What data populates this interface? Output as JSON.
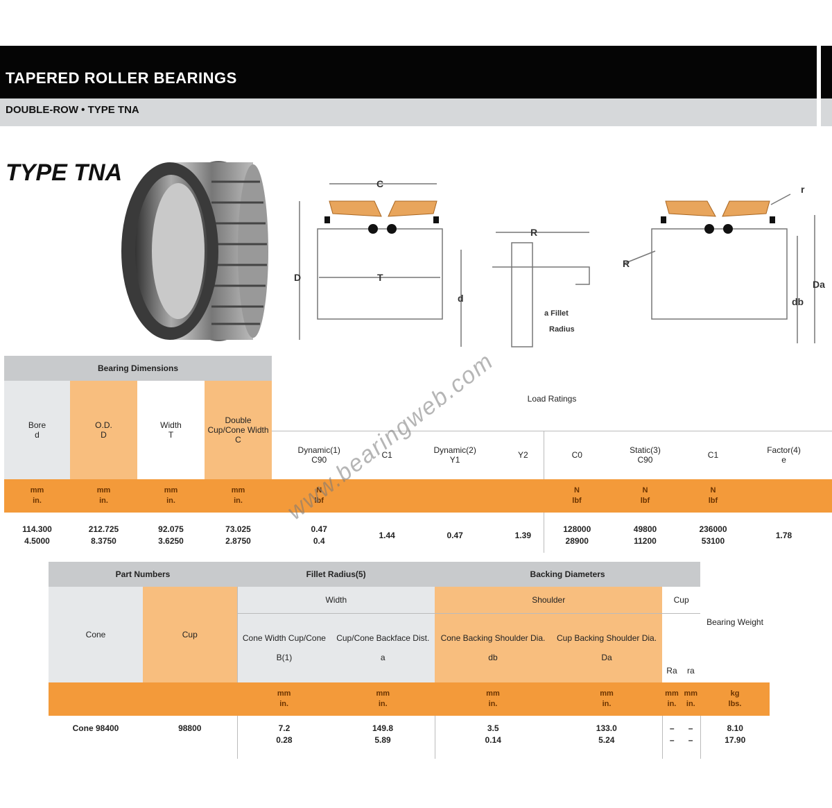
{
  "header": {
    "title": "TAPERED ROLLER BEARINGS",
    "subtitle": "DOUBLE-ROW • TYPE TNA"
  },
  "product": {
    "type_label": "TYPE TNA",
    "image": "bearing-photo"
  },
  "diagrams": {
    "left": {
      "labels": [
        "C",
        "D",
        "T",
        "d"
      ]
    },
    "middle": {
      "labels": [
        "R",
        "a",
        "a Fillet",
        "Radius"
      ]
    },
    "right": {
      "labels": [
        "r",
        "R",
        "Da",
        "db"
      ]
    }
  },
  "watermark": "www.bearingweb.com",
  "table1": {
    "group_header": "Bearing Dimensions",
    "load_ratings_header": "Load Ratings",
    "columns": [
      {
        "label": "Bore",
        "symbol": "d"
      },
      {
        "label": "O.D.",
        "symbol": "D"
      },
      {
        "label": "Width",
        "symbol": "T"
      },
      {
        "label": "Double Cup/Cone Width",
        "symbol": "C"
      }
    ],
    "load_groups": [
      {
        "label": "Dynamic(1)",
        "subcols": [
          "C90",
          "C1",
          "Y1",
          "Y2"
        ]
      },
      {
        "label": "Dynamic(2)",
        "subcols": []
      },
      {
        "label": "Static(3)",
        "subcols": [
          "C0",
          "C90",
          "C1"
        ]
      },
      {
        "label": "Factor(4)",
        "subcols": [
          "e"
        ]
      }
    ],
    "units": [
      [
        "mm",
        "in."
      ],
      [
        "mm",
        "in."
      ],
      [
        "mm",
        "in."
      ],
      [
        "mm",
        "in."
      ],
      [
        "N",
        "lbf"
      ],
      [
        "",
        ""
      ],
      [
        "",
        ""
      ],
      [
        "",
        ""
      ],
      [
        "N",
        "lbf"
      ],
      [
        "N",
        "lbf"
      ],
      [
        "N",
        "lbf"
      ],
      [
        "",
        ""
      ]
    ],
    "row": {
      "values": [
        [
          "114.300",
          "4.5000"
        ],
        [
          "212.725",
          "8.3750"
        ],
        [
          "92.075",
          "3.6250"
        ],
        [
          "73.025",
          "2.8750"
        ],
        [
          "0.47",
          "0.4"
        ],
        [
          "1.44",
          ""
        ],
        [
          "0.47",
          ""
        ],
        [
          "1.39",
          ""
        ],
        [
          "128000",
          "28900"
        ],
        [
          "49800",
          "11200"
        ],
        [
          "236000",
          "53100"
        ],
        [
          "1.78",
          ""
        ]
      ]
    }
  },
  "table2": {
    "header_left": "Part Numbers",
    "header_mid": "Fillet Radius(5)",
    "header_right": "Backing Diameters",
    "columns": [
      {
        "label": "Cone",
        "symbol": ""
      },
      {
        "label": "Cup",
        "symbol": ""
      }
    ],
    "groups": [
      {
        "label": "Width",
        "subcols": [
          {
            "label": "Cone Width Cup/Cone",
            "symbol": "B(1)"
          },
          {
            "label": "Cup/Cone Backface Dist.",
            "symbol": "a"
          }
        ]
      },
      {
        "label": "Shoulder",
        "subcols": [
          {
            "label": "Cone Backing Shoulder Dia.",
            "symbol": "db"
          },
          {
            "label": "Cup Backing Shoulder Dia.",
            "symbol": "Da"
          }
        ]
      },
      {
        "label": "Cup",
        "subcols": [
          {
            "label": "",
            "symbol": "Ra"
          },
          {
            "label": "",
            "symbol": "ra"
          }
        ]
      }
    ],
    "weight_header": "Bearing Weight",
    "units": [
      [
        "",
        ""
      ],
      [
        "",
        ""
      ],
      [
        "mm",
        "in."
      ],
      [
        "mm",
        "in."
      ],
      [
        "mm",
        "in."
      ],
      [
        "mm",
        "in."
      ],
      [
        "mm",
        "in."
      ],
      [
        "mm",
        "in."
      ],
      [
        "kg",
        "lbs."
      ]
    ],
    "row": {
      "values": [
        [
          "Cone 98400",
          ""
        ],
        [
          "98800",
          ""
        ],
        [
          "7.2",
          "0.28"
        ],
        [
          "149.8",
          "5.89"
        ],
        [
          "3.5",
          "0.14"
        ],
        [
          "133.0",
          "5.24"
        ],
        [
          "–",
          "–"
        ],
        [
          "–",
          "–"
        ],
        [
          "8.10",
          "17.90"
        ]
      ]
    }
  },
  "colors": {
    "orange": "#f39a3a",
    "light_orange": "#f8be7e",
    "gray": "#c8cacc",
    "light_gray": "#e6e8ea",
    "black": "#050505"
  }
}
